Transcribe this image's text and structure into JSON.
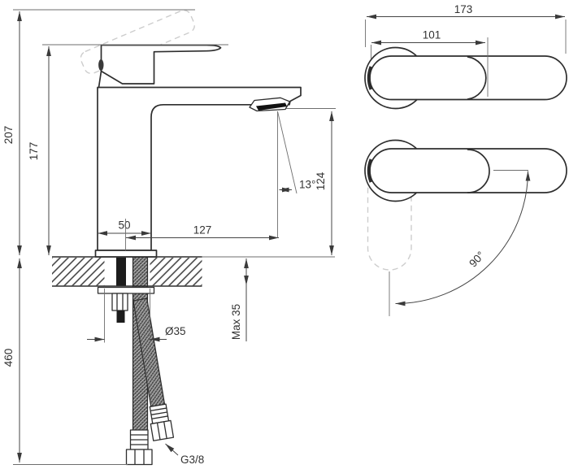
{
  "drawing": {
    "title": "basin-mixer-dimension-drawing",
    "front_view": {
      "labels": {
        "overall_height": "207",
        "body_height": "177",
        "base_width": "50",
        "spout_reach": "127",
        "stream_angle": "13°",
        "spout_height": "124",
        "hose_reach": "460",
        "deck_thickness": "Max 35",
        "hole_diameter": "Ø35",
        "thread": "G3/8"
      }
    },
    "top_view": {
      "labels": {
        "overall_length": "173",
        "body_length": "101"
      }
    },
    "swivel_view": {
      "labels": {
        "swivel_angle": "90°"
      }
    },
    "colors": {
      "line": "#2e2e2e",
      "dimension": "#454545",
      "ghost": "#cdcdcd",
      "background": "#ffffff"
    }
  }
}
